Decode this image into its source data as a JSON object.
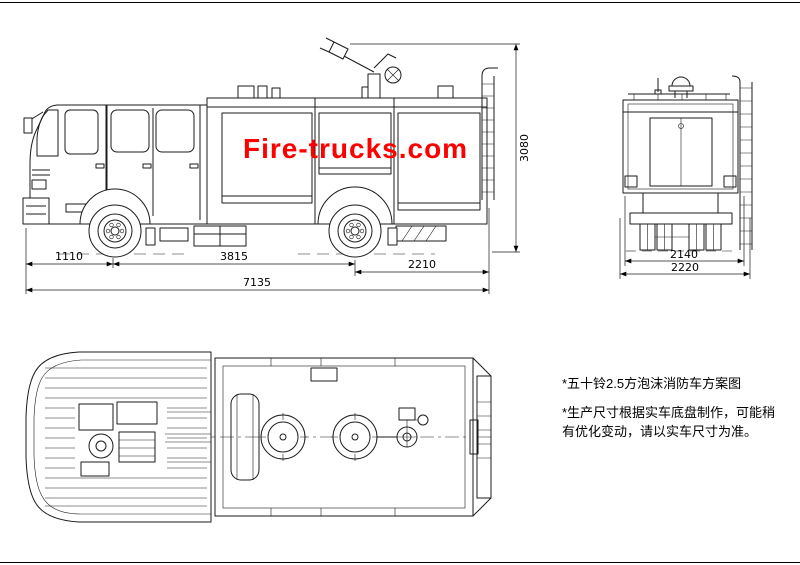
{
  "watermark": {
    "text": "Fire-trucks.com",
    "color": "#ff0000"
  },
  "dimensions": {
    "side": {
      "front_overhang": "1110",
      "wheelbase": "3815",
      "rear_overhang": "2210",
      "total_length": "7135",
      "overall_height": "3080"
    },
    "rear": {
      "track_width": "2140",
      "overall_width": "2220"
    }
  },
  "notes": {
    "line1": "*五十铃2.5方泡沫消防车方案图",
    "line2": "*生产尺寸根据实车底盘制作，可能稍",
    "line3": "有优化变动，请以实车尺寸为准。"
  },
  "colors": {
    "line": "#000000",
    "background": "#ffffff",
    "watermark": "#ff0000"
  }
}
